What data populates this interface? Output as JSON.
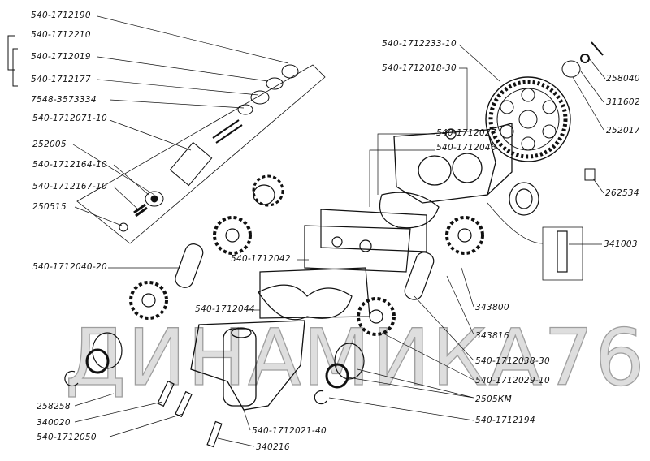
{
  "labels": {
    "l1": "540-1712190",
    "l2": "540-1712210",
    "l3": "540-1712019",
    "l4": "540-1712177",
    "l5": "7548-3573334",
    "l6": "540-1712071-10",
    "l7": "252005",
    "l8": "540-1712164-10",
    "l9": "540-1712167-10",
    "l10": "250515",
    "r1": "540-1712233-10",
    "r2": "540-1712018-30",
    "r3": "258040",
    "r4": "311602",
    "r5": "252017",
    "r6": "262534",
    "r7": "341003",
    "m1": "540-1712027",
    "m2": "540-1712046",
    "m3": "540-1712040-20",
    "m4": "540-1712042",
    "m5": "540-1712044",
    "b1": "343800",
    "b2": "343816",
    "b3": "540-1712038-30",
    "b4": "540-1712029-10",
    "b5": "2505КМ",
    "b6": "540-1712194",
    "b7": "258258",
    "b8": "340020",
    "b9": "540-1712050",
    "b10": "540-1712021-40",
    "b11": "340216"
  },
  "watermark": "ДИНАМИКА76"
}
